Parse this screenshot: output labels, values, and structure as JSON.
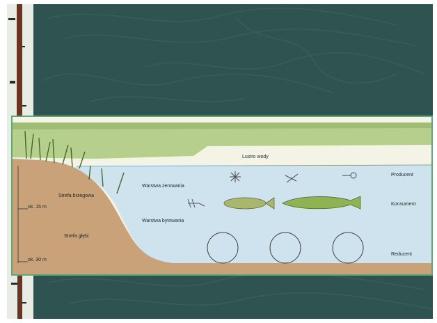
{
  "diagram": {
    "title": "",
    "labels": {
      "surface": "Lustro wody",
      "spawning_layer": "Warstwa żerowania",
      "living_layer": "Warstwa bytowania",
      "shore_zone": "Strefa brzegowa",
      "deep_zone": "Strefa głębi",
      "depth_15": "ok. 15 m",
      "depth_30": "ok. 30 m"
    },
    "trophic_levels": [
      {
        "label": "Producent",
        "icon": "plankton-icon"
      },
      {
        "label": "Konsument",
        "icon": "fish-icon"
      },
      {
        "label": "Reducent",
        "icon": "bacteria-icon"
      }
    ]
  },
  "colors": {
    "slide_background": "#2f5351",
    "border": "#5fa776",
    "water": "#cfe3ee",
    "soil": "#c9a27a",
    "grass": "#b7cf8c"
  }
}
